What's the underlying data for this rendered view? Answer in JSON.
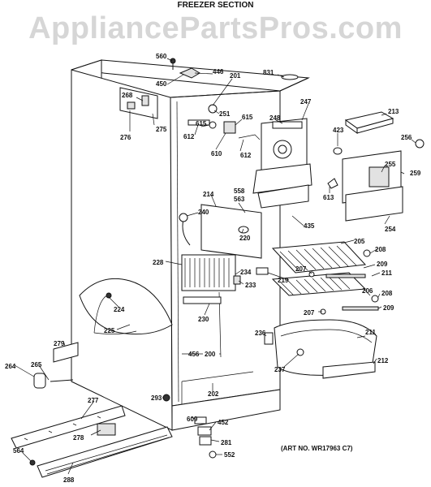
{
  "header": {
    "title": "FREEZER SECTION",
    "watermark": "AppliancePartsPros.com"
  },
  "footer": {
    "art_number": "(ART NO. WR17963 C7)"
  },
  "callouts": [
    {
      "id": "c560",
      "label": "560"
    },
    {
      "id": "c446",
      "label": "446"
    },
    {
      "id": "c201",
      "label": "201"
    },
    {
      "id": "c831",
      "label": "831"
    },
    {
      "id": "c450",
      "label": "450"
    },
    {
      "id": "c268",
      "label": "268"
    },
    {
      "id": "c251",
      "label": "251"
    },
    {
      "id": "c615a",
      "label": "615"
    },
    {
      "id": "c247",
      "label": "247"
    },
    {
      "id": "c248",
      "label": "248"
    },
    {
      "id": "c213",
      "label": "213"
    },
    {
      "id": "c276",
      "label": "276"
    },
    {
      "id": "c275",
      "label": "275"
    },
    {
      "id": "c612a",
      "label": "612"
    },
    {
      "id": "c615b",
      "label": "615"
    },
    {
      "id": "c610",
      "label": "610"
    },
    {
      "id": "c612b",
      "label": "612"
    },
    {
      "id": "c423",
      "label": "423"
    },
    {
      "id": "c256",
      "label": "256"
    },
    {
      "id": "c255",
      "label": "255"
    },
    {
      "id": "c259",
      "label": "259"
    },
    {
      "id": "c613",
      "label": "613"
    },
    {
      "id": "c558",
      "label": "558"
    },
    {
      "id": "c563",
      "label": "563"
    },
    {
      "id": "c214",
      "label": "214"
    },
    {
      "id": "c240",
      "label": "240"
    },
    {
      "id": "c435",
      "label": "435"
    },
    {
      "id": "c254",
      "label": "254"
    },
    {
      "id": "c220",
      "label": "220"
    },
    {
      "id": "c205",
      "label": "205"
    },
    {
      "id": "c208a",
      "label": "208"
    },
    {
      "id": "c228",
      "label": "228"
    },
    {
      "id": "c234",
      "label": "234"
    },
    {
      "id": "c207a",
      "label": "207"
    },
    {
      "id": "c209a",
      "label": "209"
    },
    {
      "id": "c211a",
      "label": "211"
    },
    {
      "id": "c233",
      "label": "233"
    },
    {
      "id": "c219",
      "label": "219"
    },
    {
      "id": "c206",
      "label": "206"
    },
    {
      "id": "c208b",
      "label": "208"
    },
    {
      "id": "c224",
      "label": "224"
    },
    {
      "id": "c230",
      "label": "230"
    },
    {
      "id": "c207b",
      "label": "207"
    },
    {
      "id": "c209b",
      "label": "209"
    },
    {
      "id": "c225",
      "label": "225"
    },
    {
      "id": "c211b",
      "label": "211"
    },
    {
      "id": "c279",
      "label": "279"
    },
    {
      "id": "c236",
      "label": "236"
    },
    {
      "id": "c456",
      "label": "456"
    },
    {
      "id": "c200",
      "label": "200"
    },
    {
      "id": "c212",
      "label": "212"
    },
    {
      "id": "c264",
      "label": "264"
    },
    {
      "id": "c265",
      "label": "265"
    },
    {
      "id": "c237",
      "label": "237"
    },
    {
      "id": "c202",
      "label": "202"
    },
    {
      "id": "c277",
      "label": "277"
    },
    {
      "id": "c293",
      "label": "293"
    },
    {
      "id": "c609",
      "label": "609"
    },
    {
      "id": "c452",
      "label": "452"
    },
    {
      "id": "c278",
      "label": "278"
    },
    {
      "id": "c281",
      "label": "281"
    },
    {
      "id": "c564",
      "label": "564"
    },
    {
      "id": "c552",
      "label": "552"
    },
    {
      "id": "c288",
      "label": "288"
    }
  ]
}
